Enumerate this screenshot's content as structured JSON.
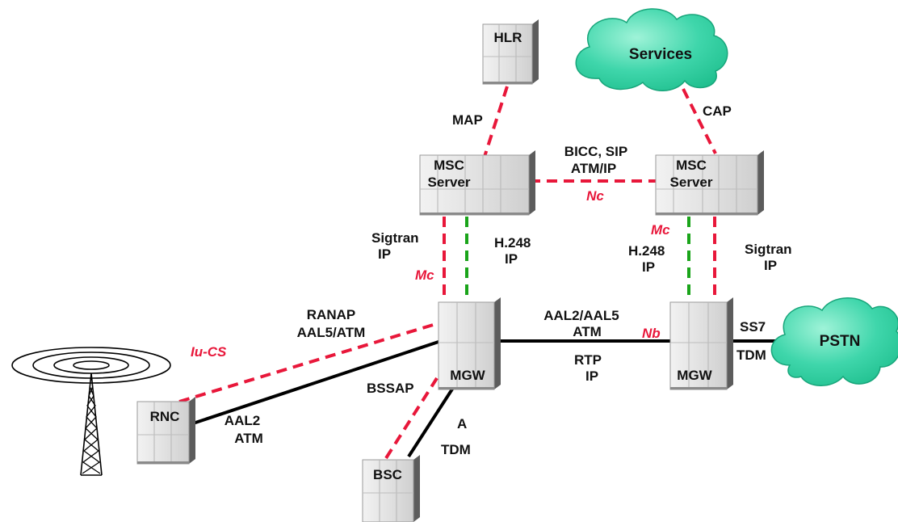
{
  "nodes": {
    "hlr": "HLR",
    "msc_left": [
      "MSC",
      "Server"
    ],
    "msc_right": [
      "MSC",
      "Server"
    ],
    "mgw_left": "MGW",
    "mgw_right": "MGW",
    "rnc": "RNC",
    "bsc": "BSC",
    "services": "Services",
    "pstn": "PSTN"
  },
  "links": {
    "map": "MAP",
    "cap": "CAP",
    "bicc": [
      "BICC, SIP",
      "ATM/IP"
    ],
    "nc": "Nc",
    "sigtran_left": [
      "Sigtran",
      "IP"
    ],
    "h248_left": [
      "H.248",
      "IP"
    ],
    "mc_left": "Mc",
    "mc_right": "Mc",
    "h248_right": [
      "H.248",
      "IP"
    ],
    "sigtran_right": [
      "Sigtran",
      "IP"
    ],
    "ranap": [
      "RANAP",
      "AAL5/ATM"
    ],
    "iu_cs": "Iu-CS",
    "aal2_atm_top": [
      "AAL2/AAL5",
      "ATM"
    ],
    "nb": "Nb",
    "rtp_ip": [
      "RTP",
      "IP"
    ],
    "ss7": "SS7",
    "tdm_right": "TDM",
    "bssap": "BSSAP",
    "a_tdm": [
      "A",
      "TDM"
    ],
    "aal2_atm_rnc": [
      "AAL2",
      "ATM"
    ]
  },
  "colors": {
    "signaling": "#e8173a",
    "h248": "#1aa41a",
    "bearer": "#000000",
    "cloud_fill": "#35d3a6",
    "equipment": "#e6e6e6"
  }
}
